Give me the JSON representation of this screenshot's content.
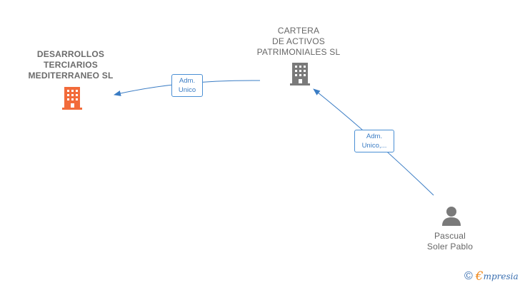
{
  "nodes": {
    "desarrollos": {
      "label": "DESARROLLOS\nTERCIARIOS\nMEDITERRANEO SL",
      "color": "#f26b3a"
    },
    "cartera": {
      "label": "CARTERA\nDE ACTIVOS\nPATRIMONIALES SL",
      "color": "#7a7a7a"
    },
    "pascual": {
      "label": "Pascual\nSoler Pablo",
      "color": "#7a7a7a"
    }
  },
  "edges": {
    "cartera_to_desarrollos": {
      "label": "Adm.\nUnico"
    },
    "pascual_to_cartera": {
      "label": "Adm.\nUnico,..."
    }
  },
  "colors": {
    "edge": "#3a7cc4"
  },
  "brand": {
    "copyright_symbol": "©",
    "initial": "€",
    "rest": "mpresia"
  }
}
